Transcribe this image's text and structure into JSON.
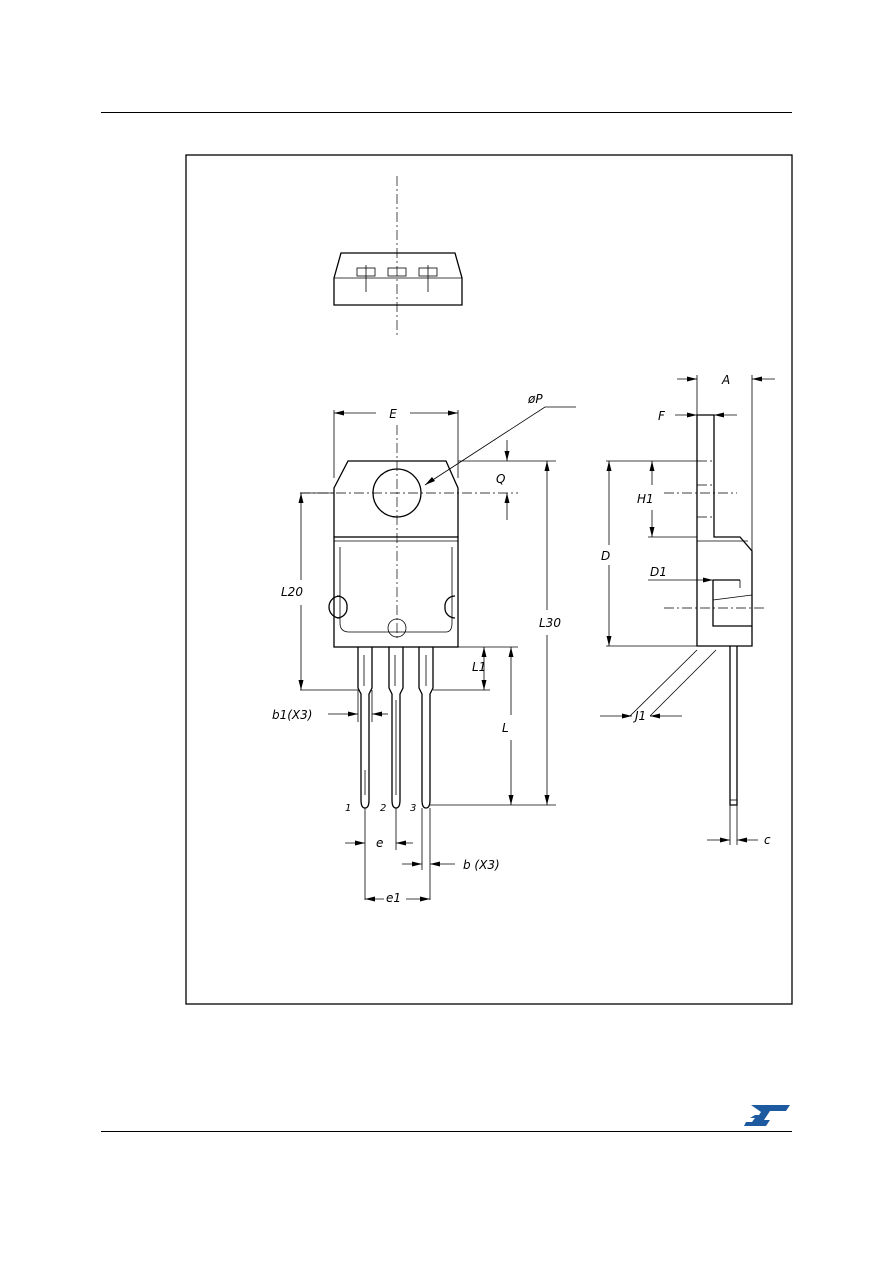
{
  "drawing": {
    "labels": {
      "E": "E",
      "oP": "øP",
      "Q": "Q",
      "L20": "L20",
      "L30": "L30",
      "L1": "L1",
      "L": "L",
      "b1": "b1(X3)",
      "pin1": "1",
      "pin2": "2",
      "pin3": "3",
      "e": "e",
      "b": "b  (X3)",
      "e1": "e1",
      "A": "A",
      "F": "F",
      "H1": "H1",
      "D": "D",
      "D1": "D1",
      "J1": "J1",
      "c": "c"
    }
  },
  "footer": {
    "logo": "st-logo",
    "logo_color": "#1e5aa0"
  }
}
